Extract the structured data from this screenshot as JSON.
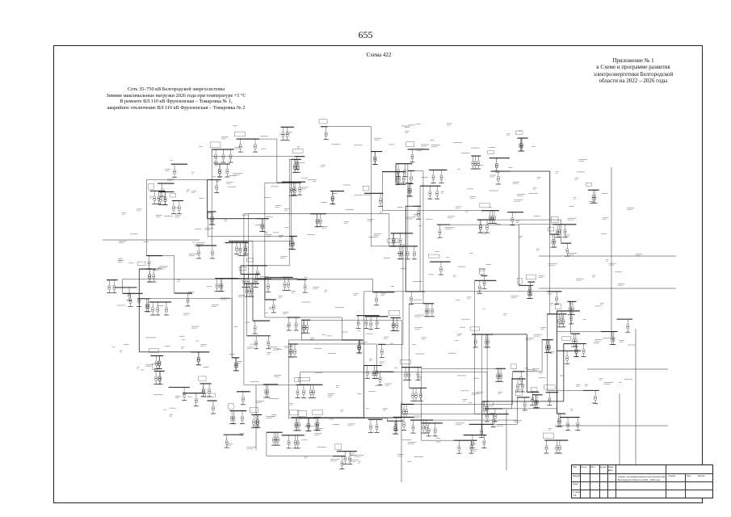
{
  "page": {
    "number": "655"
  },
  "sheet": {
    "scheme_label": "Схема 422",
    "appendix": [
      "Приложение № 1",
      "к Схеме и программе развития",
      "электроэнергетики Белгородской",
      "области на 2022 – 2026 годы"
    ],
    "description": [
      "Сеть 35–750 кВ Белгородской энергосистемы",
      "Зимние максимальные нагрузки 2026 года при температуре +5 °С",
      "В ремонте ВЛ 110 кВ Фрунзенская – Томаровка № 1,",
      "аварийное отключение ВЛ 110 кВ Фрунзенская – Томаровка № 2"
    ]
  },
  "stamp": {
    "cells": [
      "Изм.",
      "Кол.уч",
      "Лист",
      "№ док.",
      "Подп.",
      "Дата"
    ],
    "rows": [
      "Разраб.",
      "Пров.",
      "Н. контр.",
      "Утв."
    ],
    "doc_title_lines": [
      "Схема и программа развития электроэнергетики",
      "Белгородской области на 2022 – 2026 годы"
    ],
    "sheet_cells": [
      "Стадия",
      "Лист",
      "Листов"
    ],
    "colors": {
      "ink": "#222222",
      "paper": "#ffffff"
    }
  }
}
